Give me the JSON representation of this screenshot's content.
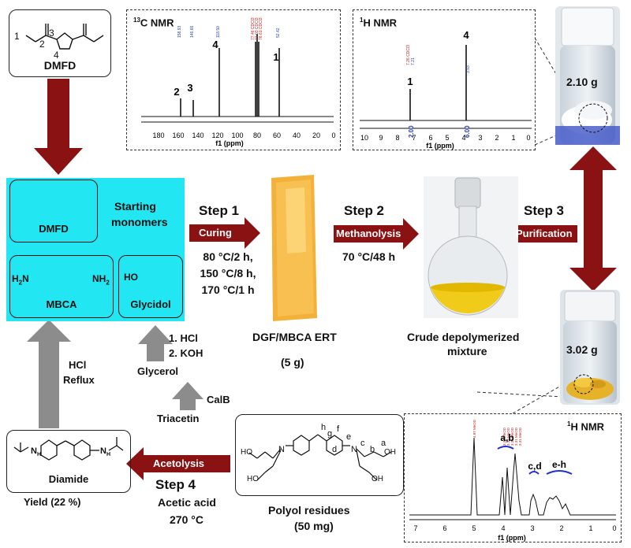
{
  "dmfd_top": {
    "name": "DMFD",
    "labels": [
      "1",
      "2",
      "3",
      "4"
    ]
  },
  "c13": {
    "title_sup": "13",
    "title": "C NMR",
    "peaks": [
      "158.93",
      "146.66",
      "118.50",
      "77.46 CDCl3",
      "77.03 CDCl3",
      "76.61 CDCl3",
      "52.42"
    ],
    "peak_numbers": [
      "2",
      "3",
      "4",
      "1"
    ],
    "ticks": [
      "180",
      "160",
      "140",
      "120",
      "100",
      "80",
      "60",
      "40",
      "20",
      "0"
    ],
    "xlabel": "f1 (ppm)"
  },
  "h1_top": {
    "title_sup": "1",
    "title": "H NMR",
    "peaks": [
      "7.26 CDCl3",
      "7.21",
      "3.93"
    ],
    "peak_numbers": [
      "1",
      "4"
    ],
    "integrals": [
      "2.00",
      "6.00"
    ],
    "ticks": [
      "10",
      "9",
      "8",
      "7",
      "6",
      "5",
      "4",
      "3",
      "2",
      "1",
      "0"
    ],
    "xlabel": "f1 (ppm)"
  },
  "vial_top": {
    "mass": "2.10 g"
  },
  "vial_bottom": {
    "mass": "3.02 g"
  },
  "monomers": {
    "title_line1": "Starting",
    "title_line2": "monomers",
    "dmfd": "DMFD",
    "mbca": "MBCA",
    "glycidol": "Glycidol",
    "mbca_h2n_left": "H",
    "mbca_h2n_right": "NH",
    "sub2": "2",
    "glycidol_ho": "HO"
  },
  "step1": {
    "label": "Step 1",
    "arrow": "Curing",
    "conds": [
      "80 °C/2 h,",
      "150 °C/8 h,",
      "170 °C/1 h"
    ]
  },
  "step2": {
    "label": "Step 2",
    "arrow": "Methanolysis",
    "cond": "70 °C/48 h"
  },
  "step3": {
    "label": "Step 3",
    "arrow": "Purification"
  },
  "step4": {
    "label": "Step 4",
    "arrow": "Acetolysis",
    "cond1": "Acetic acid",
    "cond2": "270 °C"
  },
  "ert": {
    "name": "DGF/MBCA ERT",
    "mass": "(5 g)"
  },
  "crude": {
    "line1": "Crude depolymerized",
    "line2": "mixture"
  },
  "hydrolysis": {
    "l1": "HCl",
    "l2": "Reflux"
  },
  "glycerol_route": {
    "r1": "1. HCl",
    "r2": "2. KOH",
    "glycerol": "Glycerol",
    "calb": "CalB",
    "triacetin": "Triacetin"
  },
  "diamide": {
    "name": "Diamide",
    "yield": "Yield (22 %)"
  },
  "polyol": {
    "name": "Polyol residues",
    "mass": "(50 mg)",
    "atoms": [
      "h",
      "g",
      "f",
      "e",
      "d",
      "c",
      "b",
      "a"
    ]
  },
  "h1_bottom": {
    "title_sup": "1",
    "title": "H NMR",
    "peak_tags": [
      "4.87 MeOD",
      "3.33 MeOD",
      "3.32 MeOD",
      "3.32 MeOD",
      "3.31 MeOD",
      "3.31 MeOD"
    ],
    "groups": [
      "a,b",
      "c,d",
      "e-h"
    ],
    "ticks": [
      "7",
      "6",
      "5",
      "4",
      "3",
      "2",
      "1",
      "0"
    ],
    "xlabel": "f1 (ppm)"
  }
}
